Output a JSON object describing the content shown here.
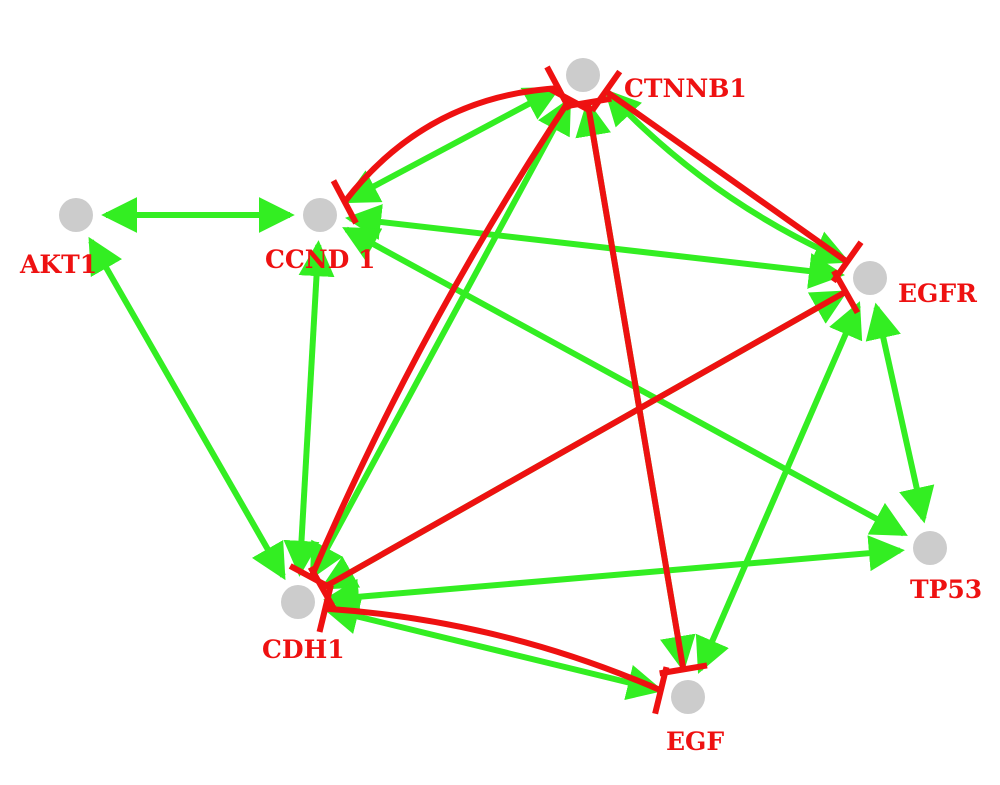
{
  "colors": {
    "background": "#ffffff",
    "node": "#cccccc",
    "label": "#ee1111",
    "activation": "#33ee22",
    "inhibition": "#ee1111"
  },
  "nodes": [
    {
      "id": "AKT1",
      "label": "AKT1"
    },
    {
      "id": "CCND1",
      "label": "CCND 1"
    },
    {
      "id": "CTNNB1",
      "label": "CTNNB1"
    },
    {
      "id": "EGFR",
      "label": "EGFR"
    },
    {
      "id": "TP53",
      "label": "TP53"
    },
    {
      "id": "CDH1",
      "label": "CDH1"
    },
    {
      "id": "EGF",
      "label": "EGF"
    }
  ],
  "activation_edges": [
    {
      "source": "AKT1",
      "target": "CCND1"
    },
    {
      "source": "AKT1",
      "target": "CDH1"
    },
    {
      "source": "CCND1",
      "target": "CTNNB1"
    },
    {
      "source": "CCND1",
      "target": "EGFR"
    },
    {
      "source": "CCND1",
      "target": "TP53"
    },
    {
      "source": "CCND1",
      "target": "CDH1"
    },
    {
      "source": "CTNNB1",
      "target": "EGFR"
    },
    {
      "source": "CTNNB1",
      "target": "CDH1"
    },
    {
      "source": "CTNNB1",
      "target": "EGF"
    },
    {
      "source": "EGFR",
      "target": "CDH1"
    },
    {
      "source": "EGFR",
      "target": "EGF"
    },
    {
      "source": "EGFR",
      "target": "TP53"
    },
    {
      "source": "TP53",
      "target": "CDH1"
    },
    {
      "source": "CDH1",
      "target": "EGF"
    }
  ],
  "inhibition_edges": [
    {
      "source": "CCND1",
      "target": "CTNNB1"
    },
    {
      "source": "CTNNB1",
      "target": "EGFR"
    },
    {
      "source": "CTNNB1",
      "target": "CDH1"
    },
    {
      "source": "CTNNB1",
      "target": "EGF"
    },
    {
      "source": "EGFR",
      "target": "CDH1"
    },
    {
      "source": "CDH1",
      "target": "EGF"
    }
  ]
}
